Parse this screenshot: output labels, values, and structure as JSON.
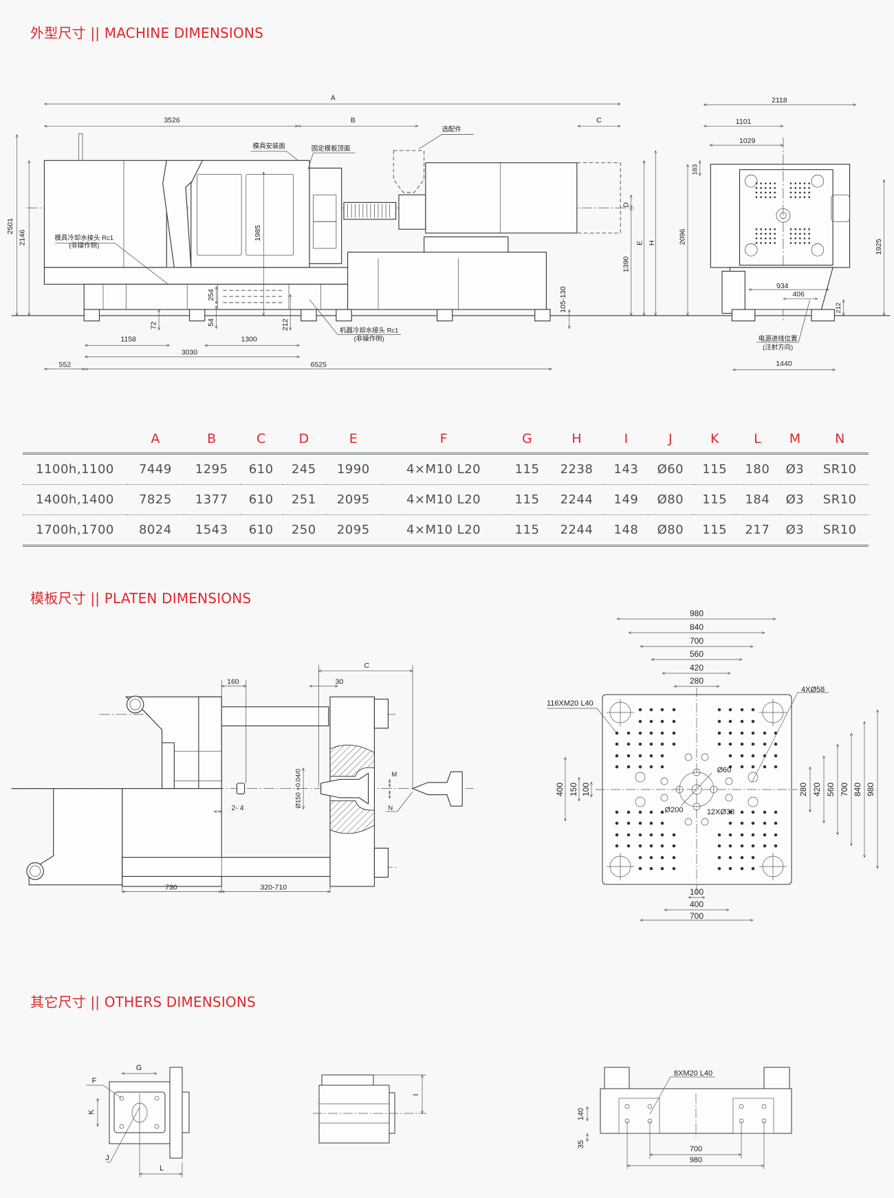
{
  "headings": {
    "machine": "外型尺寸 || MACHINE DIMENSIONS",
    "platen": "模板尺寸 || PLATEN DIMENSIONS",
    "others": "其它尺寸 || OTHERS DIMENSIONS"
  },
  "machine_drawing": {
    "A": "A",
    "d3526": "3526",
    "B": "B",
    "C": "C",
    "optional": "选配件",
    "mold_mount_face": "模具安装面",
    "fixed_platen_top": "固定模板顶面",
    "mold_cooling": "模具冷却水接头 Rc1",
    "mold_cooling_side": "(非操作侧)",
    "machine_cooling": "机器冷却水接头 Rc1",
    "machine_cooling_side": "(非操作侧)",
    "d2501": "2501",
    "d2146": "2146",
    "d1985": "1985",
    "D": "D",
    "E": "E",
    "H": "H",
    "d1390": "1390",
    "d105_130": "105-130",
    "d254": "254",
    "d54": "54",
    "d72": "72",
    "d212": "212",
    "d1158": "1158",
    "d1300": "1300",
    "d3030": "3030",
    "d552": "552",
    "d6525": "6525",
    "side_d2118": "2118",
    "side_d1101": "1101",
    "side_d1029": "1029",
    "side_d183": "183",
    "side_d2096": "2096",
    "side_d1925": "1925",
    "side_d934": "934",
    "side_d406": "406",
    "side_d212": "212",
    "side_d1440": "1440",
    "power_inlet": "电源进线位置",
    "power_inlet_dir": "(注射方向)"
  },
  "spec_table": {
    "columns": [
      "A",
      "B",
      "C",
      "D",
      "E",
      "F",
      "G",
      "H",
      "I",
      "J",
      "K",
      "L",
      "M",
      "N"
    ],
    "rows": [
      {
        "model": "1100h,1100",
        "values": [
          "7449",
          "1295",
          "610",
          "245",
          "1990",
          "4×M10 L20",
          "115",
          "2238",
          "143",
          "Ø60",
          "115",
          "180",
          "Ø3",
          "SR10"
        ]
      },
      {
        "model": "1400h,1400",
        "values": [
          "7825",
          "1377",
          "610",
          "251",
          "2095",
          "4×M10 L20",
          "115",
          "2244",
          "149",
          "Ø80",
          "115",
          "184",
          "Ø3",
          "SR10"
        ]
      },
      {
        "model": "1700h,1700",
        "values": [
          "8024",
          "1543",
          "610",
          "250",
          "2095",
          "4×M10 L20",
          "115",
          "2244",
          "148",
          "Ø80",
          "115",
          "217",
          "Ø3",
          "SR10"
        ]
      }
    ]
  },
  "platen_drawing": {
    "d160": "160",
    "d30": "30",
    "C": "C",
    "d150": "Ø150 +0.04/0",
    "M": "M",
    "N": "N",
    "d2_4": "2- 4",
    "d730": "730",
    "d320_710": "320-710",
    "w980": "980",
    "w840": "840",
    "w700": "700",
    "w560": "560",
    "w420": "420",
    "w280": "280",
    "h280": "280",
    "h420": "420",
    "h560": "560",
    "h700": "700",
    "h840": "840",
    "h980": "980",
    "l400": "400",
    "l150": "150",
    "l100": "100",
    "b100": "100",
    "b400": "400",
    "b700": "700",
    "tapped_holes": "116XM20 L40",
    "tie_bar_holes": "4XØ58",
    "d60": "Ø60",
    "d200": "Ø200",
    "ejector_holes": "12XØ38"
  },
  "others_drawing": {
    "G": "G",
    "F": "F",
    "K": "K",
    "J": "J",
    "L": "L",
    "I": "I",
    "tapped": "8XM20 L40",
    "d140": "140",
    "d35": "35",
    "d700": "700",
    "d980": "980"
  }
}
